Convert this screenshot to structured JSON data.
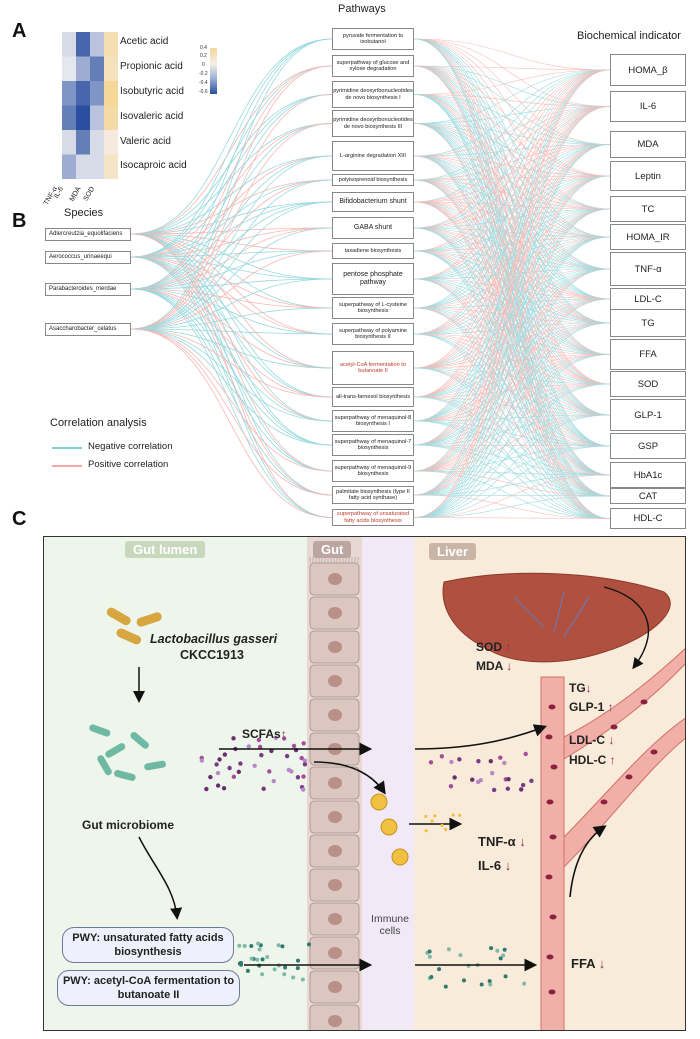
{
  "panels": {
    "a": "A",
    "b": "B",
    "c": "C"
  },
  "heatmap": {
    "rows": [
      "Acetic acid",
      "Propionic acid",
      "Isobutyric acid",
      "Isovaleric acid",
      "Valeric acid",
      "Isocaproic acid"
    ],
    "cols": [
      "TNF-α",
      "IL-6",
      "MDA",
      "SOD"
    ],
    "values": [
      [
        -0.1,
        -0.6,
        -0.2,
        0.3
      ],
      [
        -0.05,
        -0.3,
        -0.5,
        0.25
      ],
      [
        -0.4,
        -0.6,
        -0.4,
        0.4
      ],
      [
        -0.5,
        -0.7,
        -0.2,
        0.35
      ],
      [
        -0.1,
        -0.5,
        -0.1,
        0.1
      ],
      [
        -0.3,
        -0.1,
        -0.1,
        0.2
      ]
    ],
    "colorbar_ticks": [
      "0.4",
      "0.2",
      "0",
      "-0.2",
      "-0.4",
      "-0.6"
    ],
    "colors": {
      "pos": "#f5d79a",
      "neg": "#2a4fa0",
      "mid": "#f4f2f4"
    }
  },
  "headers": {
    "pathways": "Pathways",
    "biochem": "Biochemical indicator",
    "species": "Species"
  },
  "species": [
    "Adlercreutzia_equolifaciens",
    "Aerococcus_urinaeequi",
    "Parabacteroides_merdae",
    "Asaccharobacter_celatus"
  ],
  "pathways": [
    "pyruvate fermentation to isobutanol",
    "superpathway of glucose and xylose degradation",
    "pyrimidine deoxyribonucleotides de novo biosynthesis I",
    "pyrimidine deoxyribonucleotides de novo biosynthesis III",
    "L-arginine degradation XIII",
    "polyisoprenoid biosynthesis",
    "Bifidobacterium shunt",
    "GABA shunt",
    "taxadiene biosynthesis",
    "pentose phosphate pathway",
    "superpathway of L-cysteine biosynthesis",
    "superpathway of polyamine biosynthesis II",
    "acetyl-CoA fermentation to butanoate II",
    "all-trans-farnesol biosynthesis",
    "superpathway of menaquinol-8 biosynthesis I",
    "superpathway of menaquinol-7 biosynthesis",
    "superpathway of menaquinol-9 biosynthesis",
    "palmitate biosynthesis (type II fatty acid synthase)",
    "superpathway of unsaturated fatty acids biosynthesis"
  ],
  "biochem": [
    "HOMA_β",
    "IL-6",
    "MDA",
    "Leptin",
    "TC",
    "HOMA_IR",
    "TNF-α",
    "LDL-C",
    "TG",
    "FFA",
    "SOD",
    "GLP-1",
    "GSP",
    "HbA1c",
    "CAT",
    "HDL-C"
  ],
  "legend": {
    "title": "Correlation analysis",
    "neg": "Negative correlation",
    "pos": "Positive correlation",
    "neg_color": "#7fd0d6",
    "pos_color": "#f4a6a0"
  },
  "panel_c": {
    "gut_lumen": "Gut lumen",
    "gut": "Gut",
    "liver": "Liver",
    "species_name": "Lactobacillus gasseri",
    "strain": "CKCC1913",
    "microbiome": "Gut microbiome",
    "scfas": "SCFAs",
    "immune": "Immune cells",
    "sod": "SOD",
    "mda": "MDA",
    "tg": "TG",
    "glp1": "GLP-1",
    "ldlc": "LDL-C",
    "hdlc": "HDL-C",
    "tnfa": "TNF-α",
    "il6": "IL-6",
    "ffa": "FFA",
    "pwy1": "PWY: unsaturated fatty acids biosynthesis",
    "pwy2": "PWY: acetyl-CoA fermentation to butanoate II",
    "up": "↑",
    "down": "↓"
  }
}
